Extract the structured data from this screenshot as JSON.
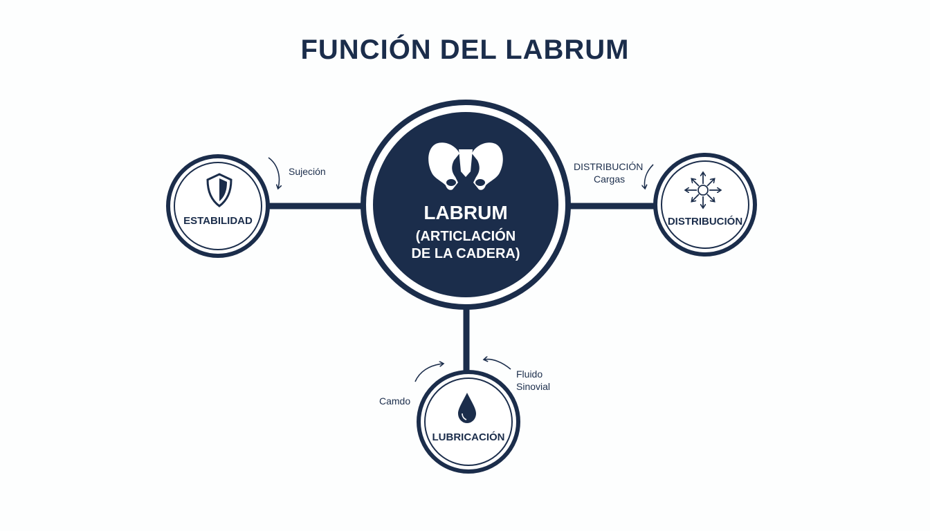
{
  "title": "FUNCIÓN DEL LABRUM",
  "center": {
    "line1": "LABRUM",
    "line2": "(ARTICLACIÓN",
    "line3": "DE LA CADERA)"
  },
  "nodes": {
    "left": {
      "label": "ESTABILIDAD",
      "icon": "shield-icon"
    },
    "right": {
      "label": "DISTRIBUCIÓN",
      "icon": "radiate-arrows-icon"
    },
    "bottom": {
      "label": "LUBRICACIÓN",
      "icon": "drop-icon"
    }
  },
  "notes": {
    "left": "Sujeción",
    "right_1": "DISTRIBUCIÓN",
    "right_2": "Cargas",
    "bottom_left": "Camdo",
    "bottom_right_1": "Fluido",
    "bottom_right_2": "Sinovial"
  },
  "colors": {
    "navy": "#1b2d4b",
    "background": "#fdfefe",
    "white": "#ffffff"
  }
}
